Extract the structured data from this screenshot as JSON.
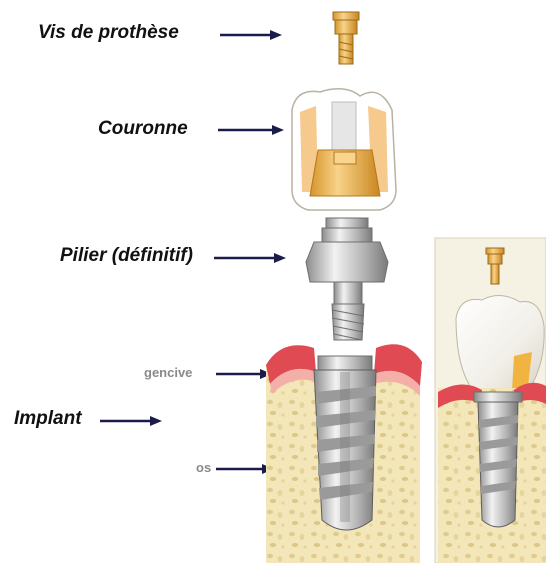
{
  "labels": {
    "screw": "Vis de prothèse",
    "crown": "Couronne",
    "abutment": "Pilier (définitif)",
    "implant": "Implant",
    "gum": "gencive",
    "bone": "os"
  },
  "colors": {
    "arrow": "#1c1c4a",
    "gum": "#e04a52",
    "bone": "#f3e6b8",
    "metal": "#c9c9c9",
    "gold": "#e8b04a",
    "crown_shell": "#f6d7b0"
  }
}
